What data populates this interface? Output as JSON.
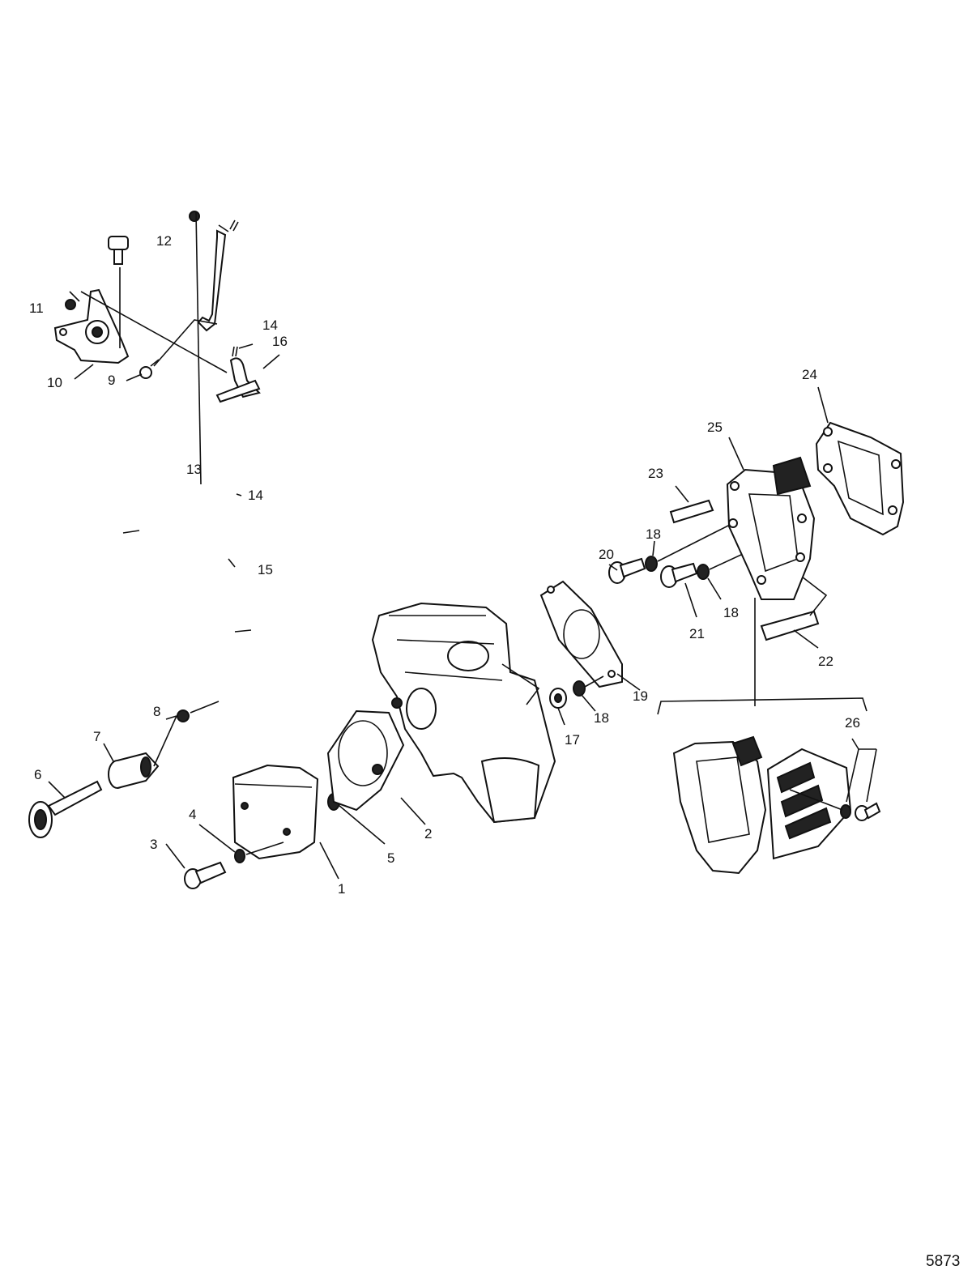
{
  "callouts": {
    "c1": "1",
    "c2": "2",
    "c3": "3",
    "c4": "4",
    "c5": "5",
    "c6": "6",
    "c7": "7",
    "c8": "8",
    "c9": "9",
    "c10": "10",
    "c11": "11",
    "c12": "12",
    "c13": "13",
    "c14a": "14",
    "c14b": "14",
    "c15": "15",
    "c16": "16",
    "c17": "17",
    "c18a": "18",
    "c18b": "18",
    "c18c": "18",
    "c19": "19",
    "c20": "20",
    "c21": "21",
    "c22": "22",
    "c23": "23",
    "c24": "24",
    "c25": "25",
    "c26": "26"
  },
  "figure_ref": "5873"
}
